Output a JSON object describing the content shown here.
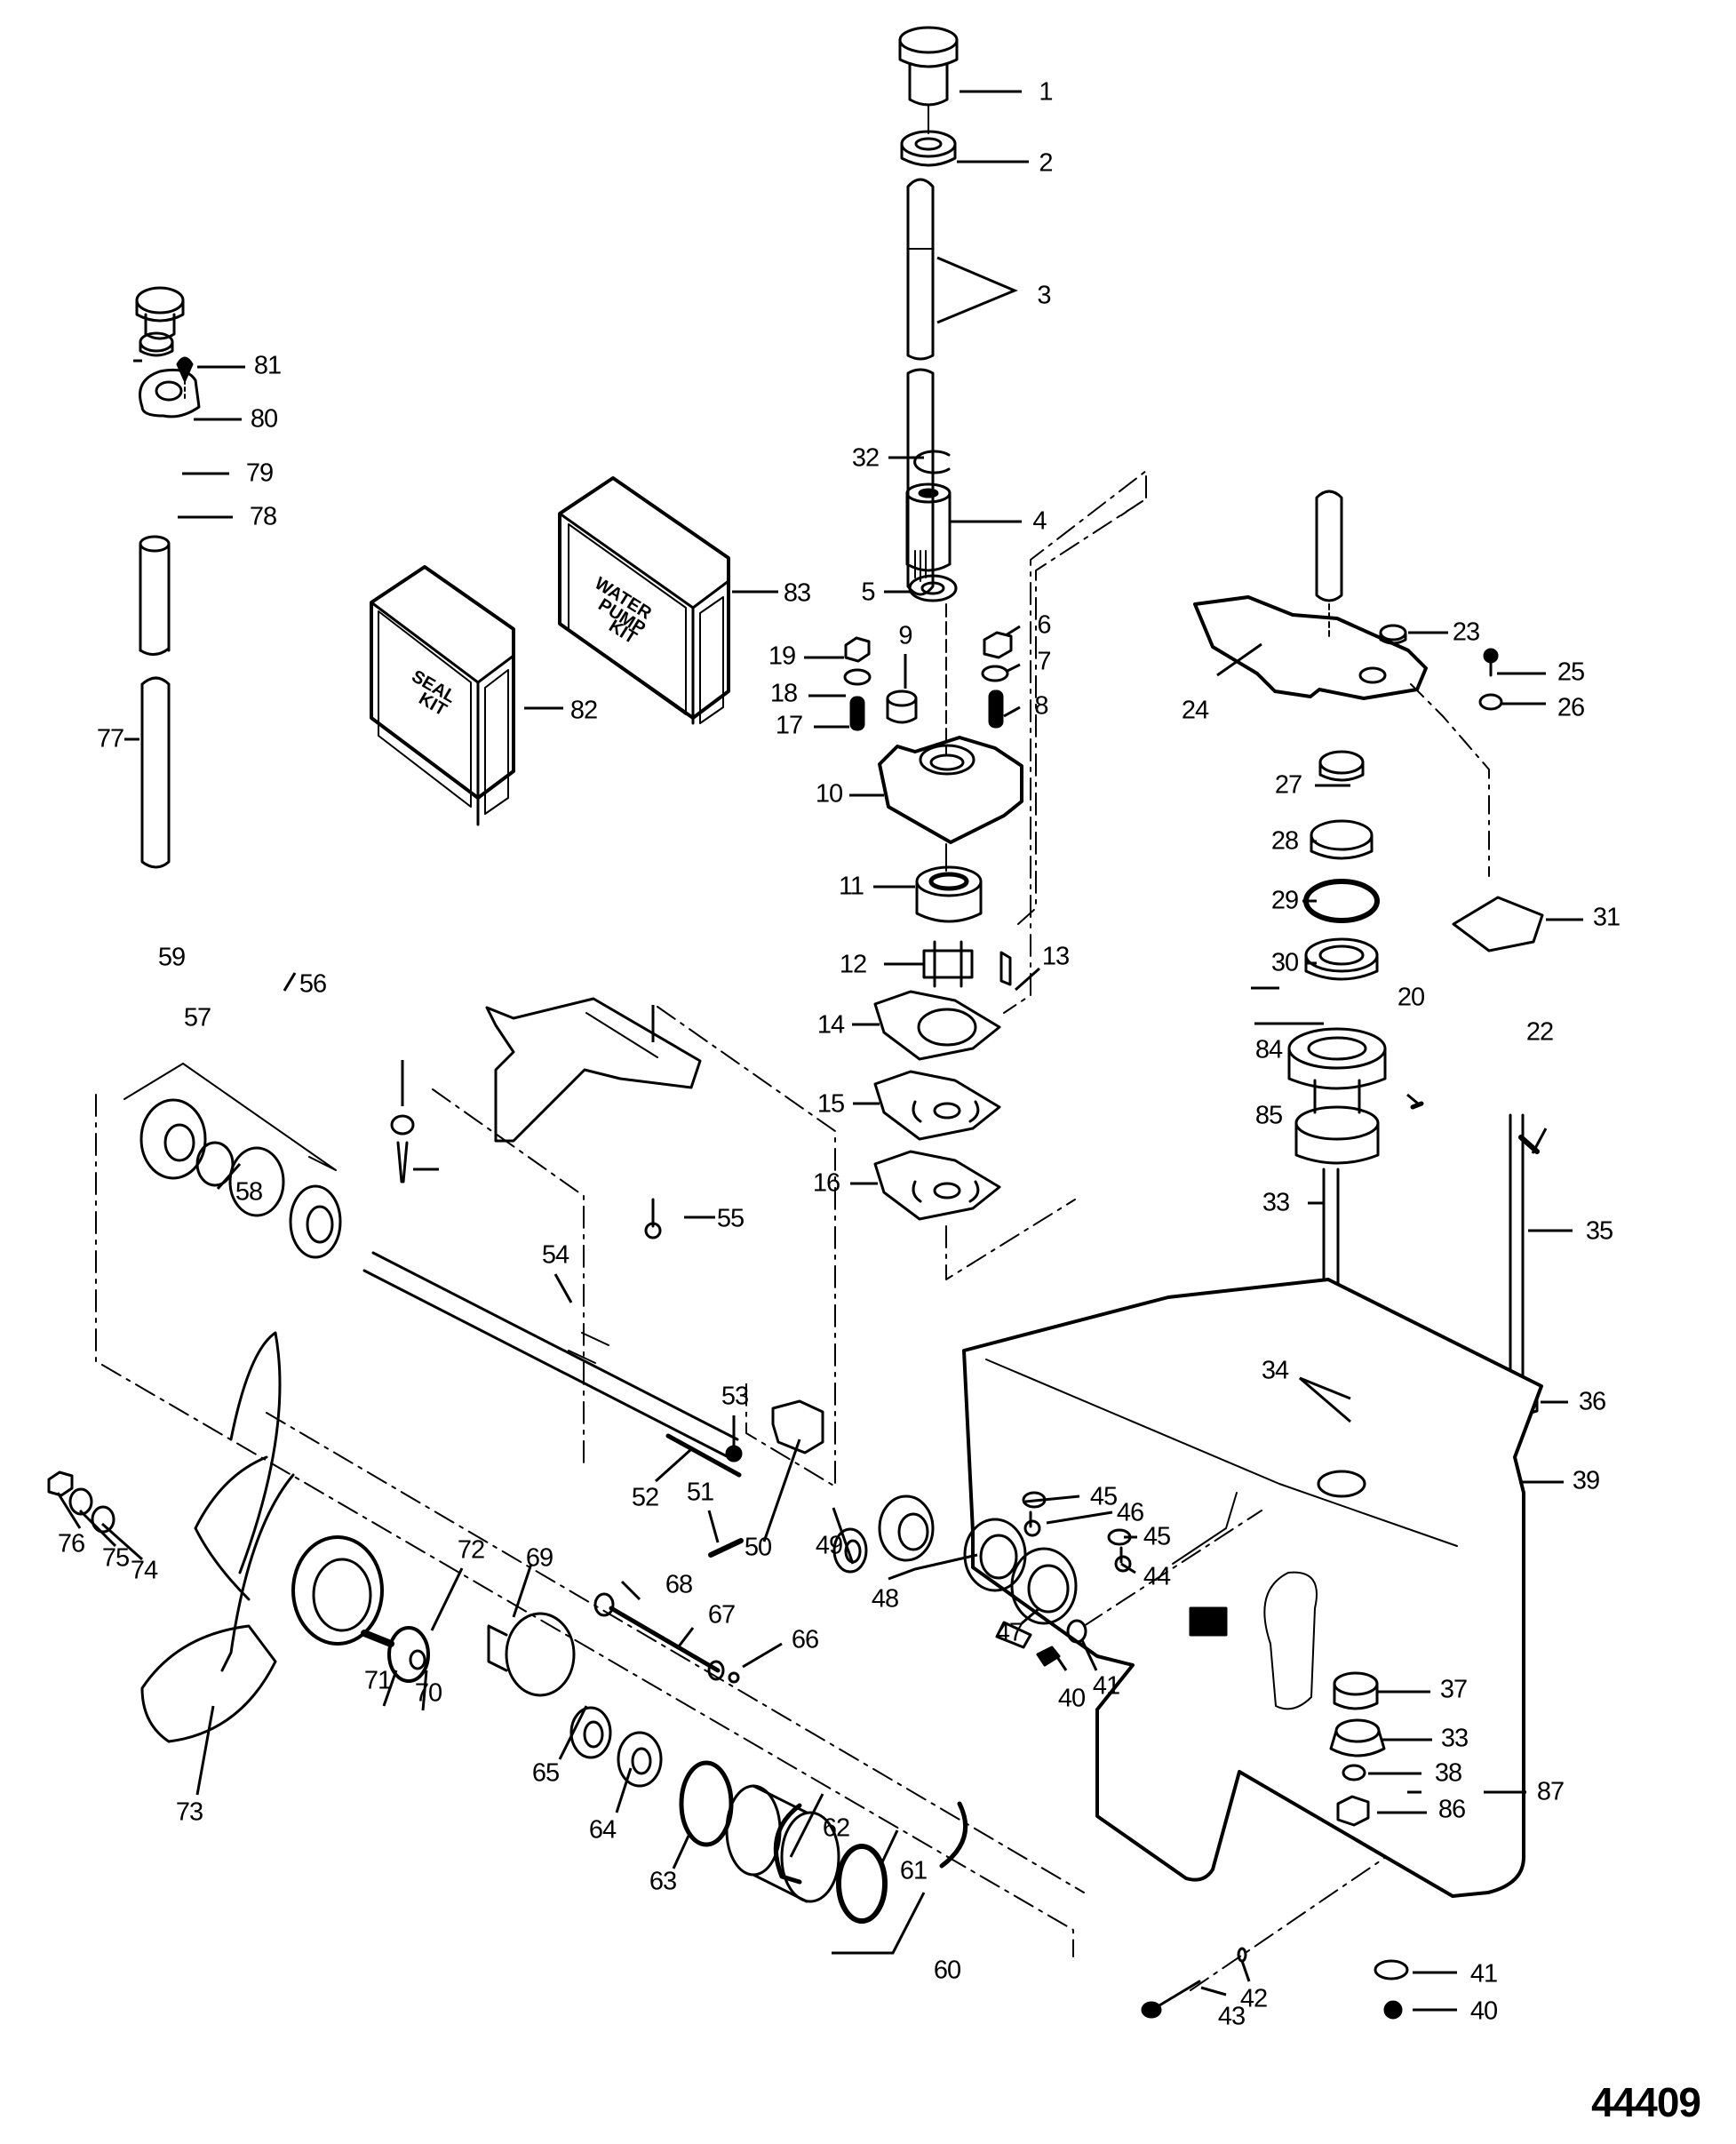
{
  "diagram": {
    "type": "exploded-parts-view",
    "subject": "Outboard gear housing (lower unit) with water pump, driveshaft and propeller",
    "drawing_number": "44409",
    "kits": [
      {
        "ref": "82",
        "box_label": "SEAL KIT"
      },
      {
        "ref": "83",
        "box_label": "WATER PUMP KIT"
      }
    ],
    "callouts": [
      {
        "ref": "1"
      },
      {
        "ref": "2"
      },
      {
        "ref": "3"
      },
      {
        "ref": "4"
      },
      {
        "ref": "5"
      },
      {
        "ref": "6"
      },
      {
        "ref": "7"
      },
      {
        "ref": "8"
      },
      {
        "ref": "9"
      },
      {
        "ref": "10"
      },
      {
        "ref": "11"
      },
      {
        "ref": "12"
      },
      {
        "ref": "13"
      },
      {
        "ref": "14"
      },
      {
        "ref": "15"
      },
      {
        "ref": "16"
      },
      {
        "ref": "17"
      },
      {
        "ref": "18"
      },
      {
        "ref": "19"
      },
      {
        "ref": "20"
      },
      {
        "ref": "22"
      },
      {
        "ref": "23"
      },
      {
        "ref": "24"
      },
      {
        "ref": "25"
      },
      {
        "ref": "26"
      },
      {
        "ref": "27"
      },
      {
        "ref": "28"
      },
      {
        "ref": "29"
      },
      {
        "ref": "30"
      },
      {
        "ref": "31"
      },
      {
        "ref": "32"
      },
      {
        "ref": "33"
      },
      {
        "ref": "33"
      },
      {
        "ref": "34"
      },
      {
        "ref": "35"
      },
      {
        "ref": "36"
      },
      {
        "ref": "37"
      },
      {
        "ref": "38"
      },
      {
        "ref": "39"
      },
      {
        "ref": "40"
      },
      {
        "ref": "40"
      },
      {
        "ref": "41"
      },
      {
        "ref": "41"
      },
      {
        "ref": "42"
      },
      {
        "ref": "43"
      },
      {
        "ref": "44"
      },
      {
        "ref": "45"
      },
      {
        "ref": "45"
      },
      {
        "ref": "46"
      },
      {
        "ref": "47"
      },
      {
        "ref": "48"
      },
      {
        "ref": "49"
      },
      {
        "ref": "50"
      },
      {
        "ref": "51"
      },
      {
        "ref": "52"
      },
      {
        "ref": "53"
      },
      {
        "ref": "54"
      },
      {
        "ref": "55"
      },
      {
        "ref": "56"
      },
      {
        "ref": "57"
      },
      {
        "ref": "58"
      },
      {
        "ref": "59"
      },
      {
        "ref": "60"
      },
      {
        "ref": "61"
      },
      {
        "ref": "62"
      },
      {
        "ref": "63"
      },
      {
        "ref": "64"
      },
      {
        "ref": "65"
      },
      {
        "ref": "66"
      },
      {
        "ref": "67"
      },
      {
        "ref": "68"
      },
      {
        "ref": "69"
      },
      {
        "ref": "70"
      },
      {
        "ref": "71"
      },
      {
        "ref": "72"
      },
      {
        "ref": "73"
      },
      {
        "ref": "74"
      },
      {
        "ref": "75"
      },
      {
        "ref": "76"
      },
      {
        "ref": "77"
      },
      {
        "ref": "78"
      },
      {
        "ref": "79"
      },
      {
        "ref": "80"
      },
      {
        "ref": "81"
      },
      {
        "ref": "82"
      },
      {
        "ref": "83"
      },
      {
        "ref": "84"
      },
      {
        "ref": "85"
      },
      {
        "ref": "86"
      },
      {
        "ref": "87"
      }
    ]
  }
}
